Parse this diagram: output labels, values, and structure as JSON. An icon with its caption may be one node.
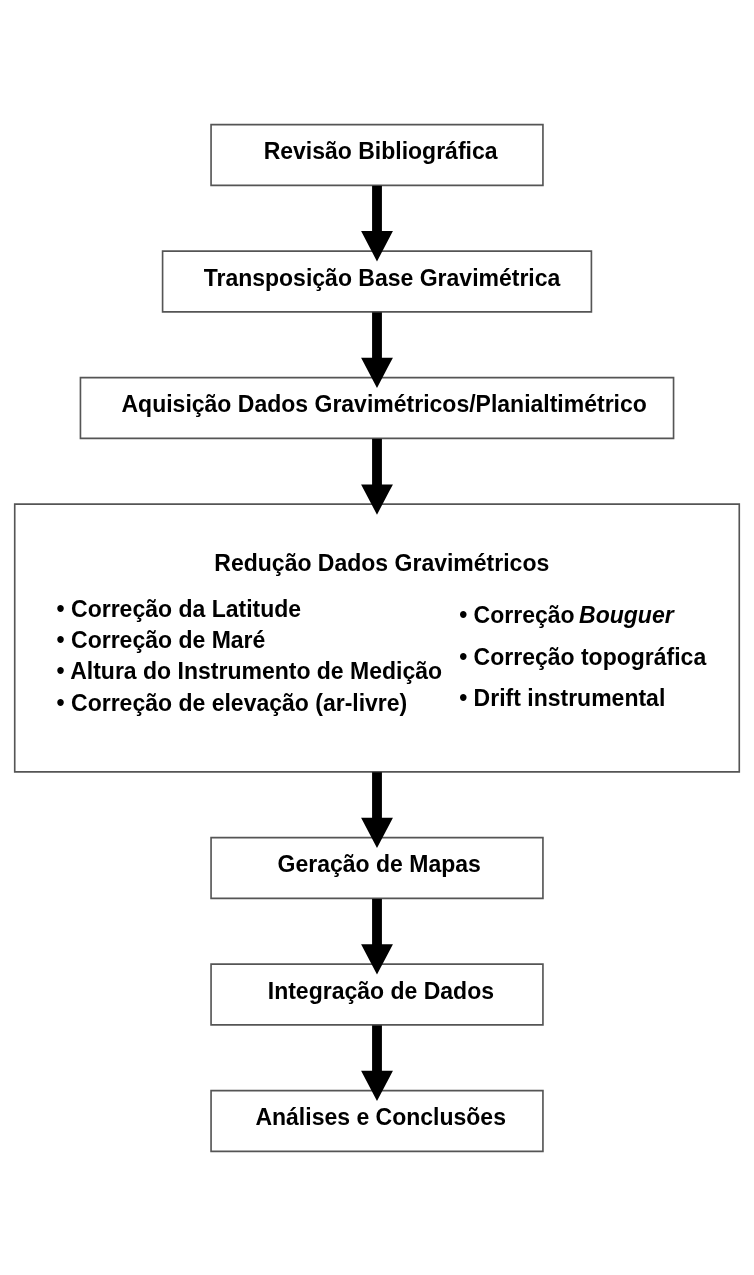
{
  "diagram": {
    "nodes": [
      {
        "text": [
          "Revisão Bibliográfica"
        ]
      },
      {
        "text": [
          "Transposição Base Gravimétrica"
        ]
      },
      {
        "text": [
          "Aquisição Dados Gravimétricos/Planialtimétrico"
        ]
      },
      {
        "text": [
          "Redução Dados Gravimétricos",
          "• Correção da Latitude",
          "• Correção de Maré",
          "• Altura do Instrumento de Medição",
          "• Correção de elevação (ar-livre)",
          "• Correção *Bouguer*",
          "• Correção topográfica",
          "• Drift instrumental"
        ]
      },
      {
        "text": [
          "Geração de Mapas"
        ]
      },
      {
        "text": [
          "Integração de Dados"
        ]
      },
      {
        "text": [
          "Análises e Conclusões"
        ]
      }
    ],
    "edges": [
      {
        "from": 0,
        "to": 1,
        "arrow": "to"
      },
      {
        "from": 1,
        "to": 2,
        "arrow": "to"
      },
      {
        "from": 2,
        "to": 3,
        "arrow": "to"
      },
      {
        "from": 3,
        "to": 4,
        "arrow": "to"
      },
      {
        "from": 4,
        "to": 5,
        "arrow": "to"
      },
      {
        "from": 5,
        "to": 6,
        "arrow": "to"
      }
    ]
  }
}
